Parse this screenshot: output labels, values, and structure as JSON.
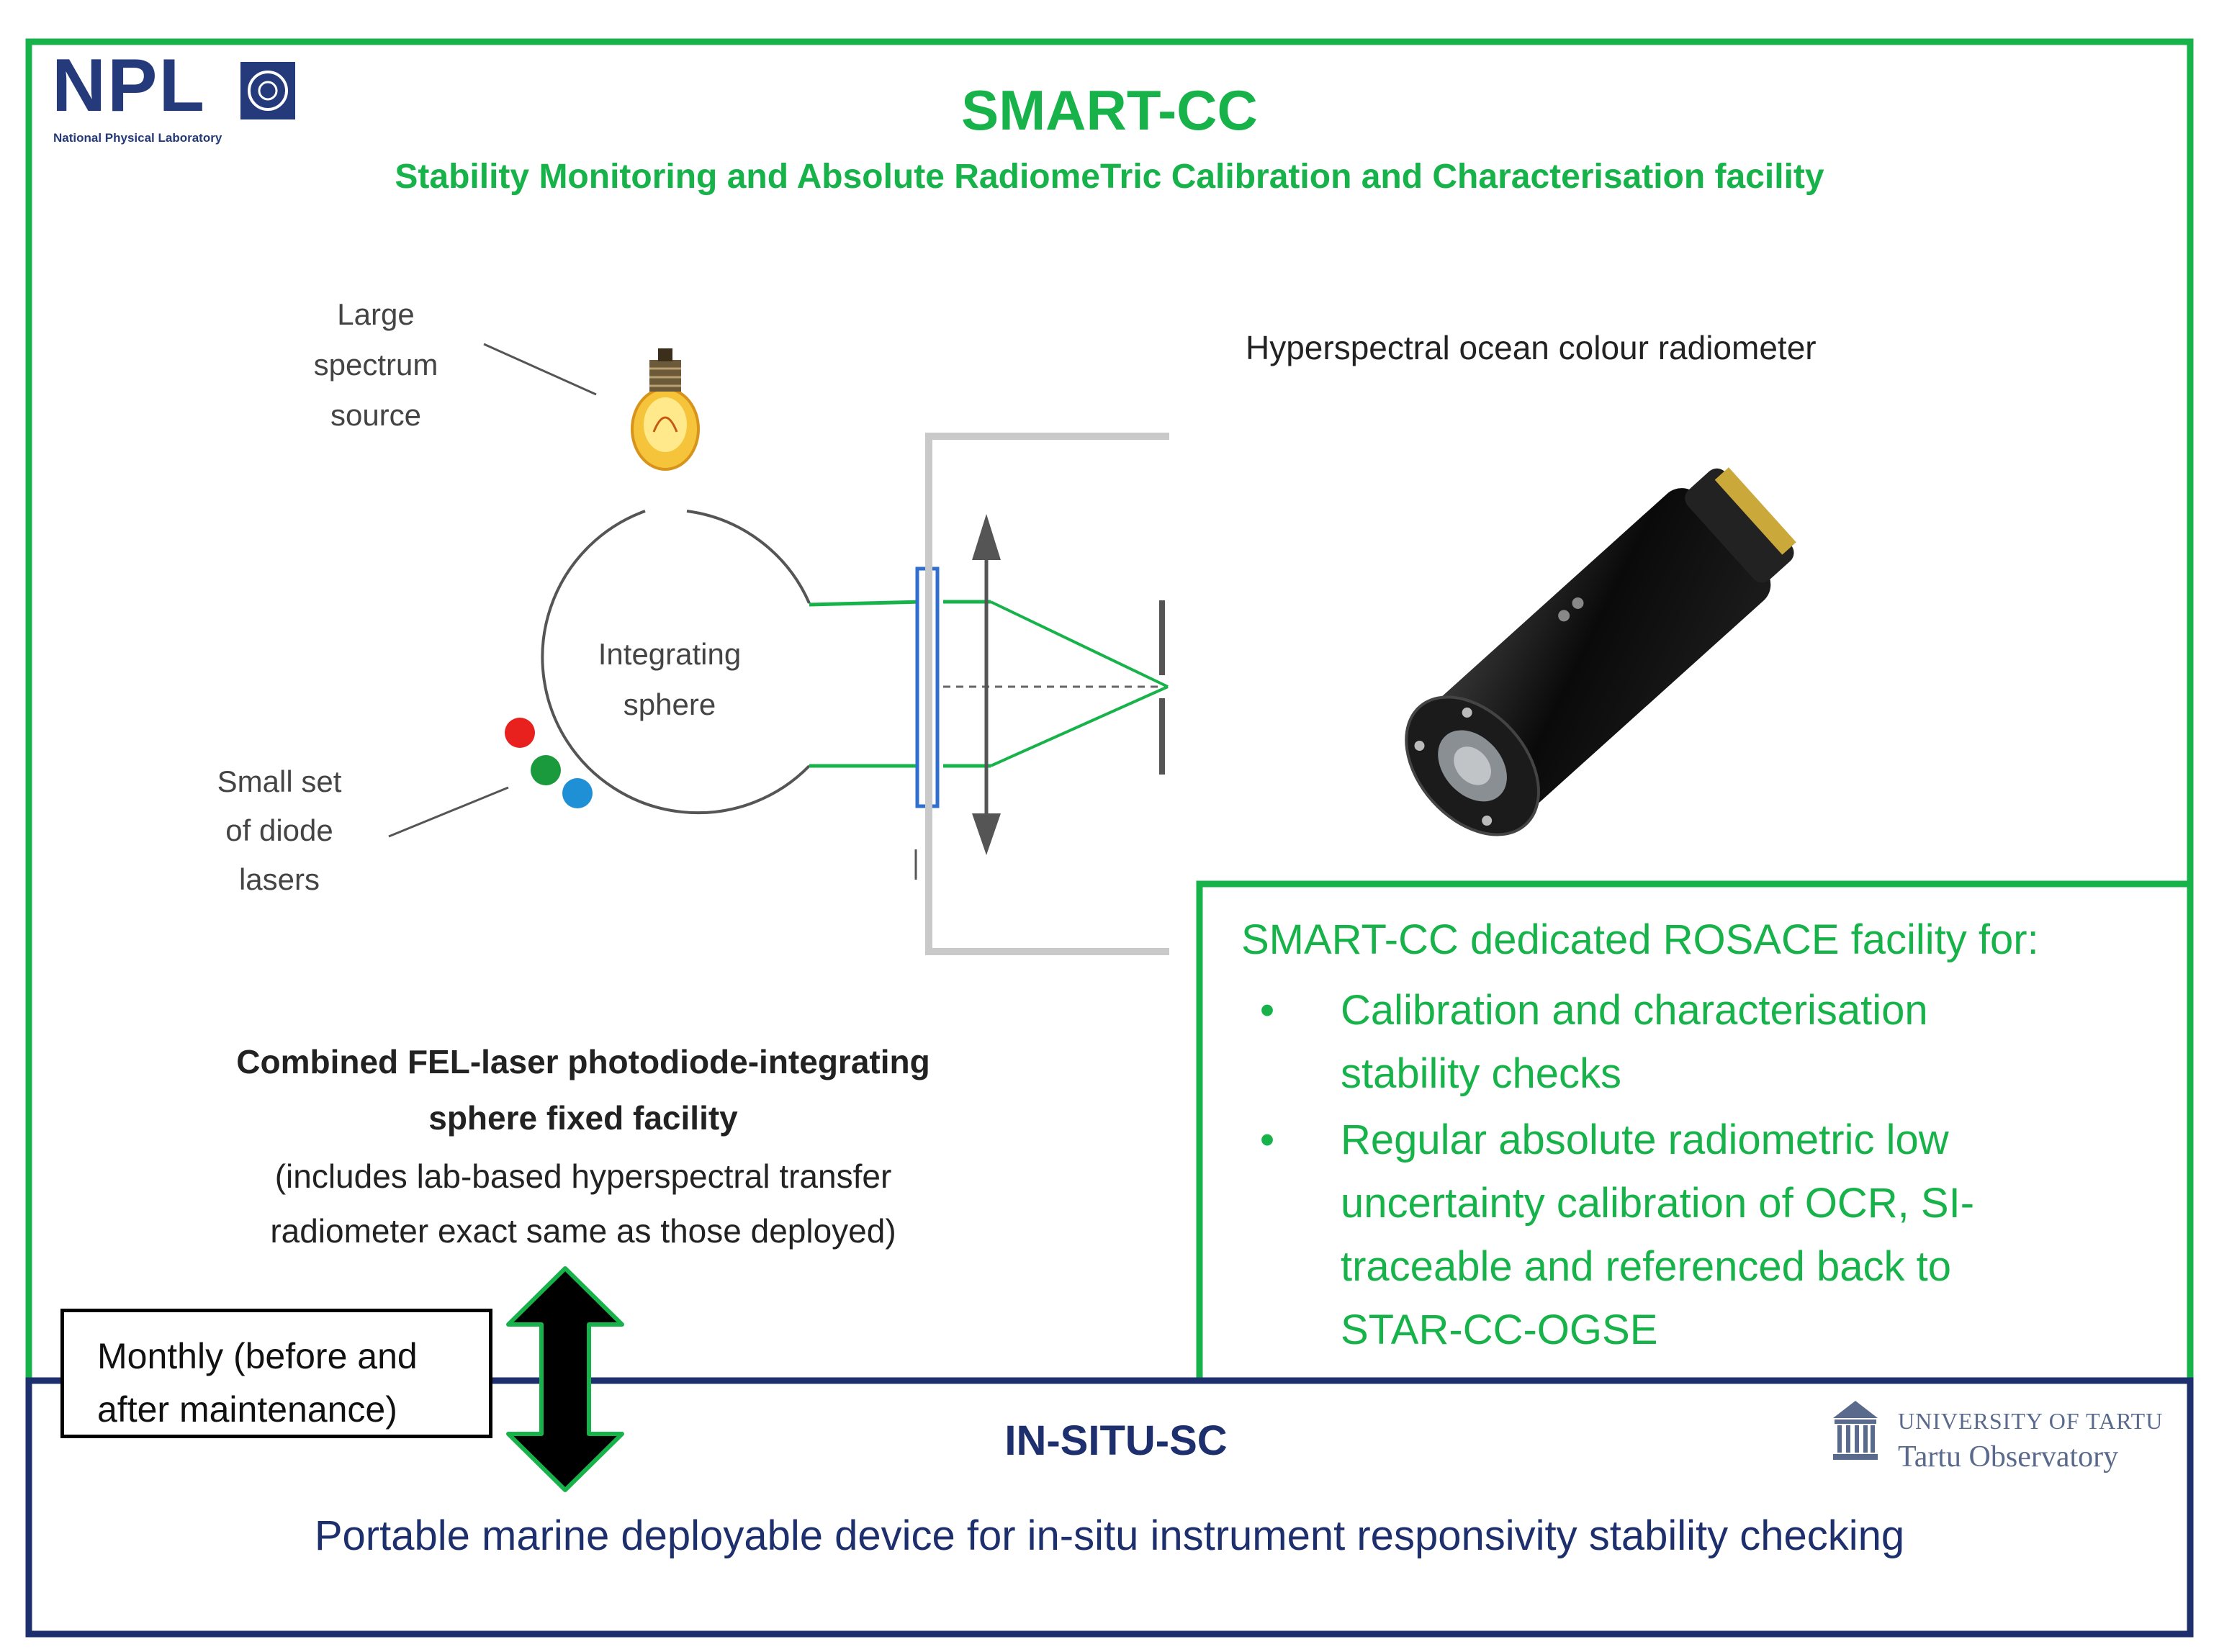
{
  "header": {
    "logo_text": "NPL",
    "logo_subtext": "National Physical Laboratory",
    "title": "SMART-CC",
    "subtitle": "Stability Monitoring and Absolute RadiomeTric Calibration and Characterisation facility"
  },
  "diagram": {
    "large_source_label": [
      "Large",
      "spectrum",
      "source"
    ],
    "sphere_label": [
      "Integrating",
      "sphere"
    ],
    "diode_label": [
      "Small set",
      "of diode",
      "lasers"
    ],
    "laser_colors": [
      "#e8201e",
      "#1a9a3c",
      "#1f8fd6"
    ],
    "beam_color": "#17b34a",
    "lamp_icon": "light-bulb-icon"
  },
  "radiometer": {
    "label": "Hyperspectral ocean colour radiometer"
  },
  "facility": {
    "title_lines": [
      "Combined FEL-laser photodiode-integrating",
      "sphere fixed facility"
    ],
    "desc_lines": [
      "(includes lab-based hyperspectral transfer",
      "radiometer exact same as those deployed)"
    ]
  },
  "rosace": {
    "heading": "SMART-CC dedicated ROSACE facility for:",
    "items": [
      {
        "lines": [
          "Calibration and characterisation",
          "stability checks"
        ]
      },
      {
        "lines": [
          "Regular absolute radiometric low",
          "uncertainty calibration of OCR, SI-",
          "traceable and referenced back to",
          "STAR-CC-OGSE"
        ]
      }
    ],
    "bullet": "•"
  },
  "link": {
    "monthly_lines": [
      "Monthly (before and",
      "after maintenance)"
    ]
  },
  "insitu": {
    "title": "IN-SITU-SC",
    "description": "Portable marine deployable device for in-situ instrument responsivity stability checking",
    "logo_line1": "UNIVERSITY OF TARTU",
    "logo_line2": "Tartu Observatory"
  },
  "colors": {
    "green": "#17b34a",
    "navy": "#1e2f6e",
    "npl_blue": "#243a7a"
  }
}
